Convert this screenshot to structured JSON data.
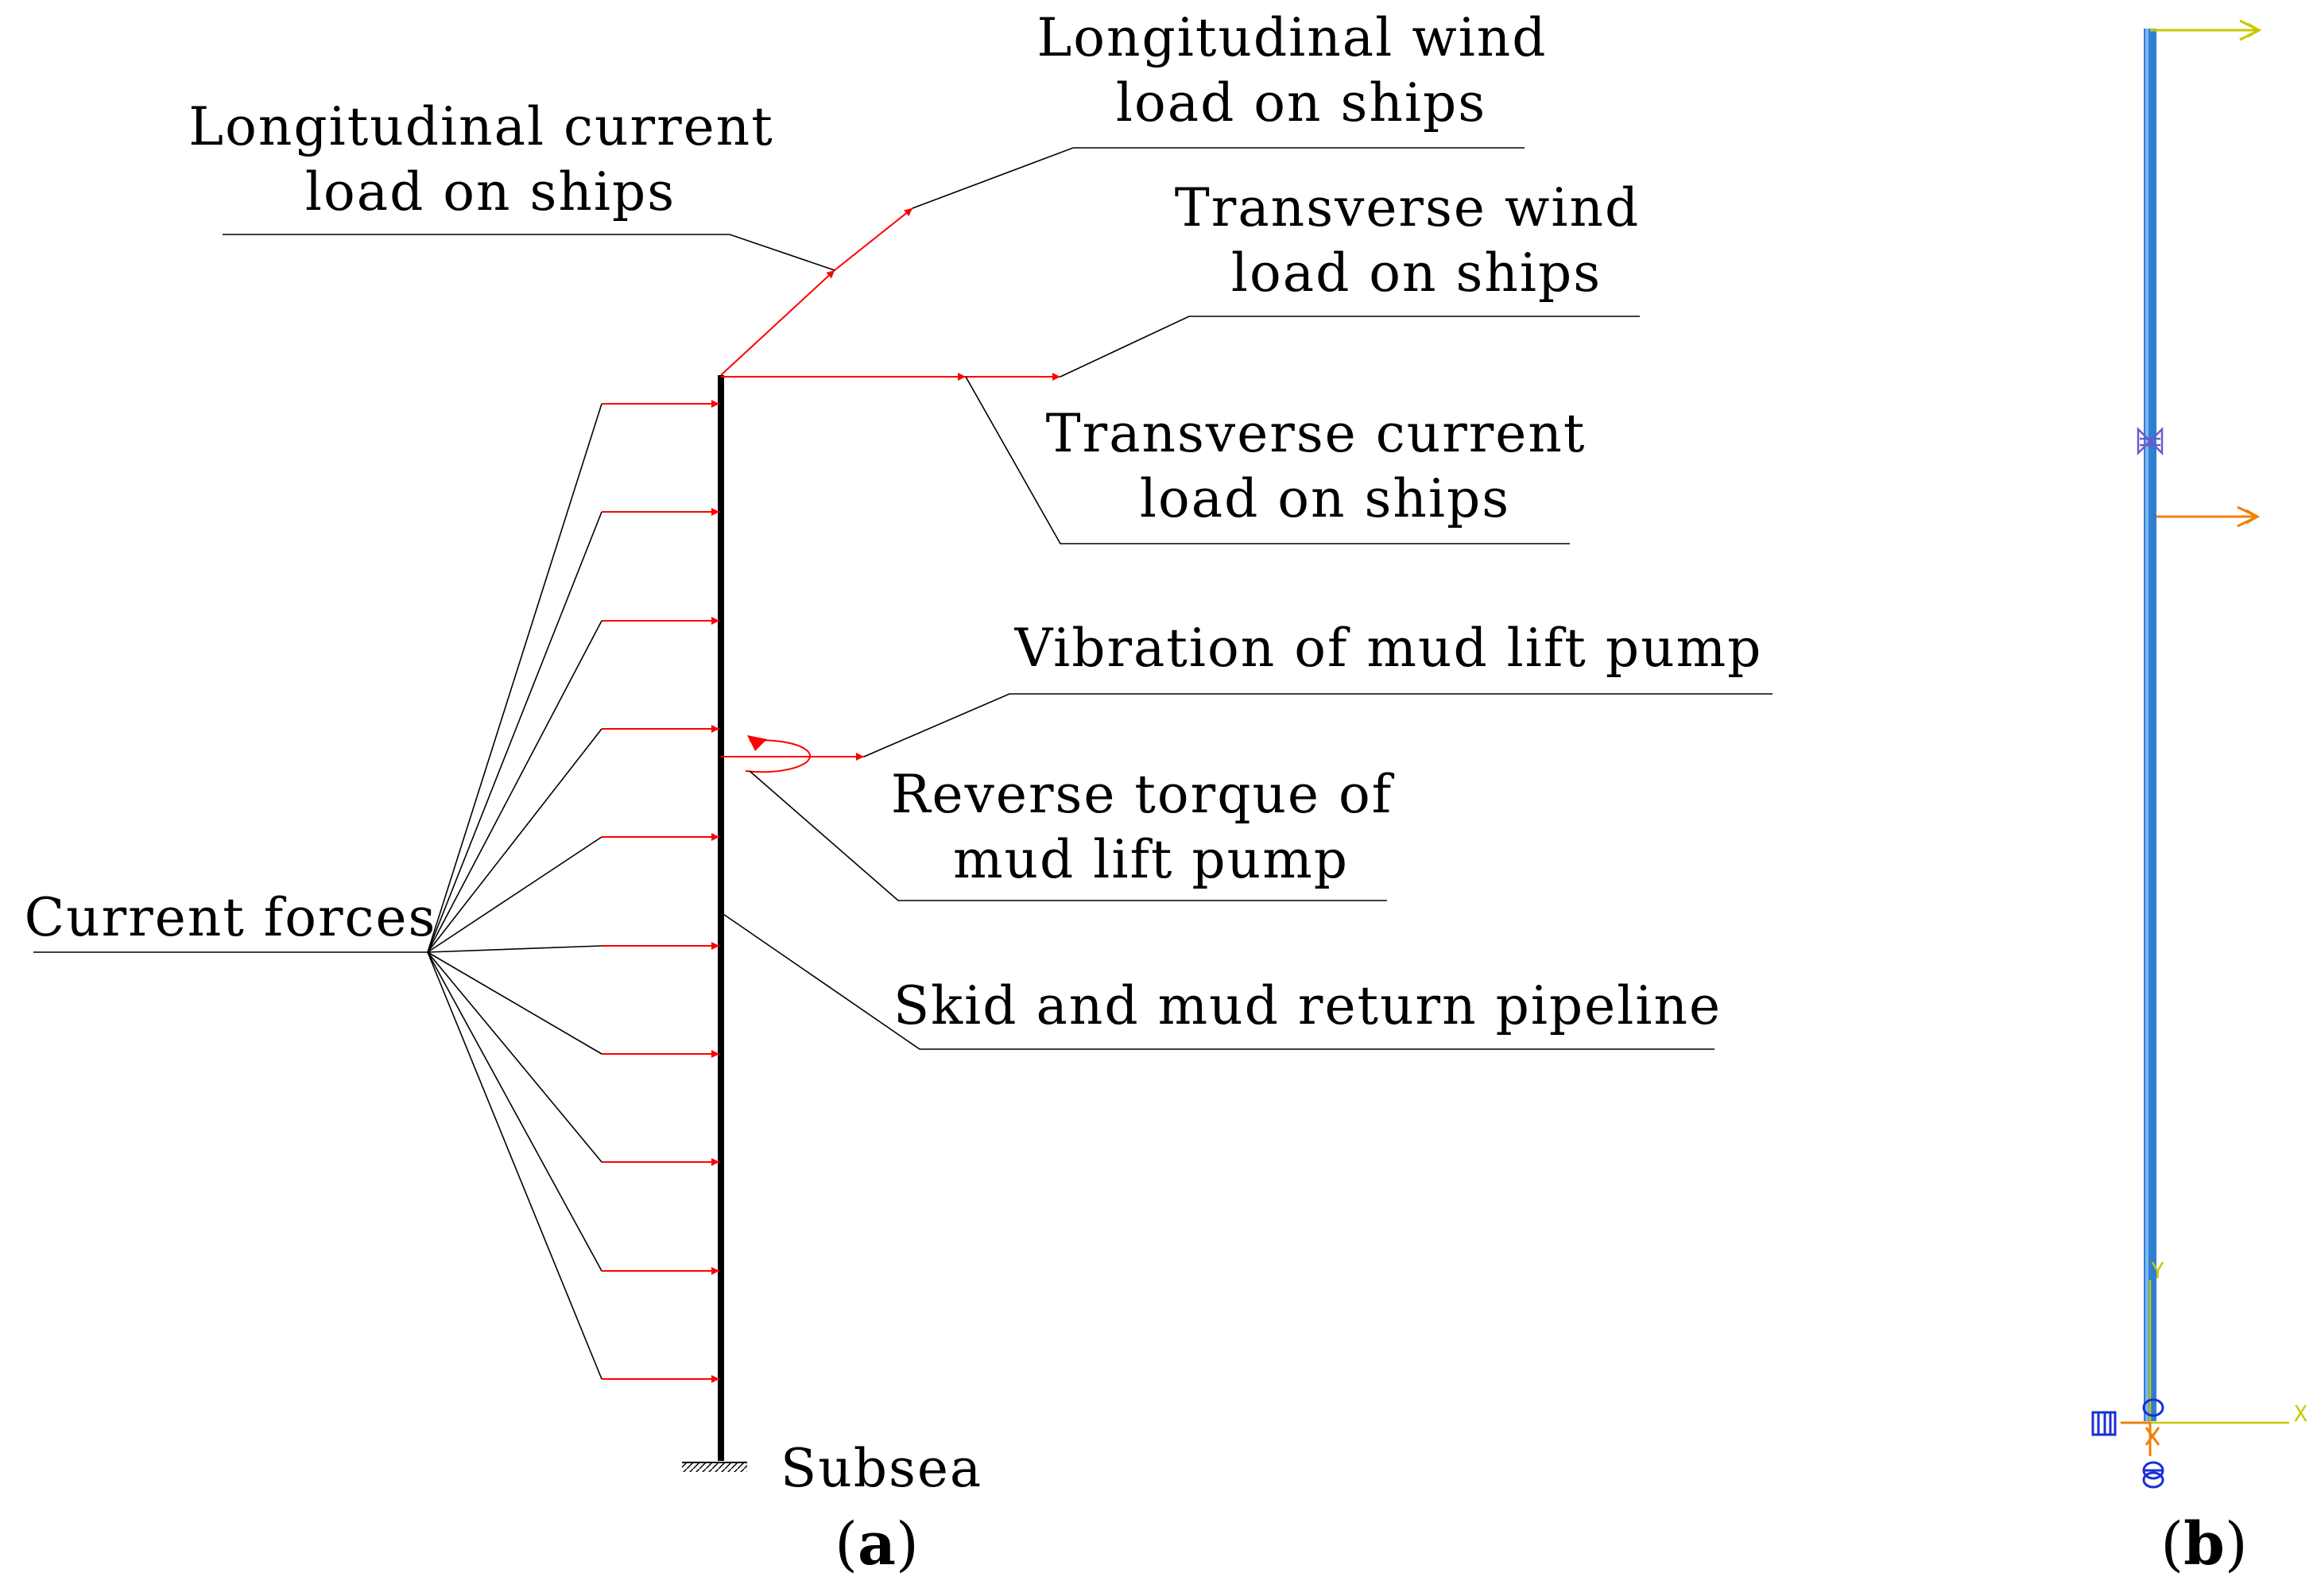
{
  "panel_a": {
    "label_parts": [
      "(",
      "a",
      ")"
    ],
    "labels": {
      "longitudinal_wind": [
        "Longitudinal wind",
        "load on ships"
      ],
      "longitudinal_current": [
        "Longitudinal current",
        "load on ships"
      ],
      "transverse_wind": [
        "Transverse wind",
        "load on ships"
      ],
      "transverse_current": [
        "Transverse current",
        "load on ships"
      ],
      "vibration": [
        "Vibration of mud lift pump"
      ],
      "reverse_torque": [
        "Reverse torque of",
        "mud lift pump"
      ],
      "current_forces": [
        "Current forces"
      ],
      "skid": [
        "Skid and mud return pipeline"
      ],
      "subsea": [
        "Subsea"
      ]
    },
    "current_force_arrow_count": 10
  },
  "panel_b": {
    "label_parts": [
      "(",
      "b",
      ")"
    ],
    "axis_labels": {
      "x": "X",
      "y": "Y"
    },
    "colors": {
      "column": "#2e7fd1",
      "top_load": "#c8c800",
      "mid_load": "#f08000",
      "axis": "#c8c800",
      "support": "#1a2fd6"
    }
  },
  "colors": {
    "force": "#ff0000",
    "structure": "#000000",
    "leader": "#000000"
  }
}
